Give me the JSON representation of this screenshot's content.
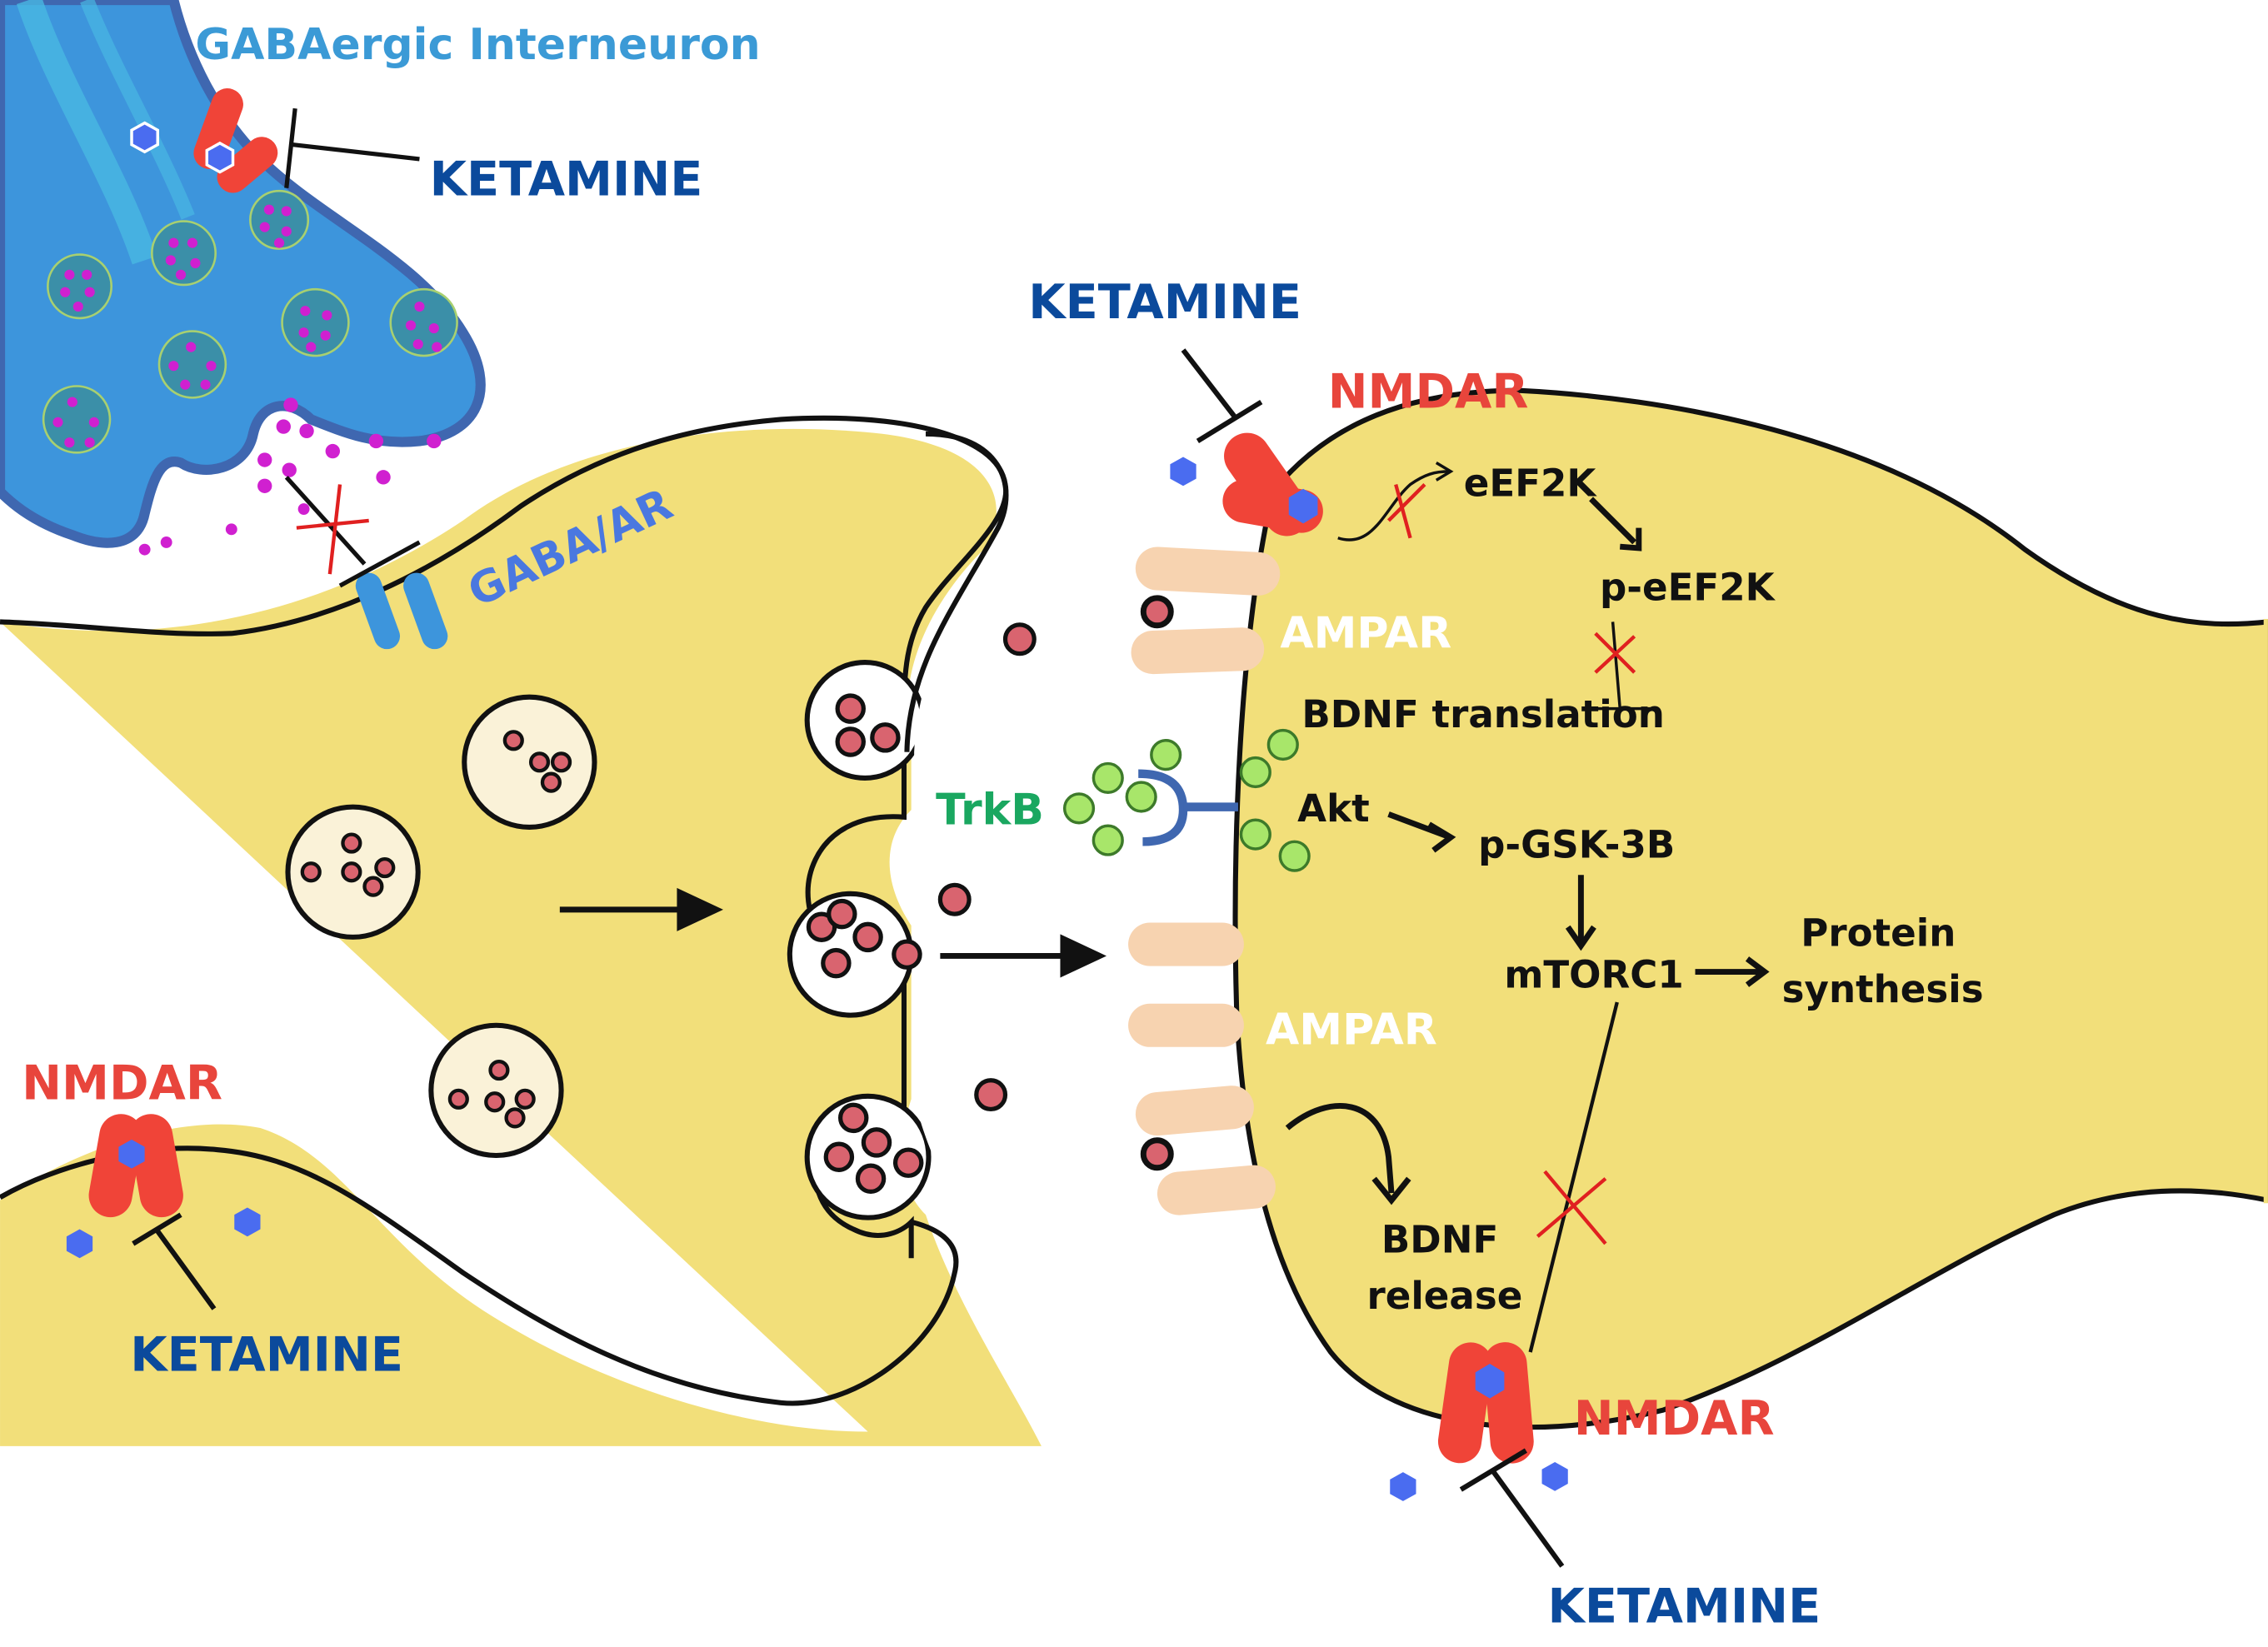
{
  "figure": {
    "title": "GABAergic Interneuron",
    "colors": {
      "neuron_fill": "#f2df7a",
      "interneuron_fill": "#3d95dc",
      "interneuron_outline": "#3f67b0",
      "nmdar": "#f04438",
      "ketamine": "#4a6cf0",
      "ketamine_label": "#0b4a9c",
      "nmdar_label": "#e8453c",
      "ampar": "#f7d3b0",
      "trkb_label": "#1aa760",
      "bdnf_particle": "#a8e66a",
      "glutamate": "#d9646f",
      "gaba_particle": "#d020d0",
      "inhibition_cross": "#e02020"
    },
    "labels": {
      "interneuron": "GABAergic Interneuron",
      "ketamine_interneuron": "KETAMINE",
      "gaba_receptor": "GABA/AR",
      "ketamine_top": "KETAMINE",
      "nmdar_top": "NMDAR",
      "ampar_top": "AMPAR",
      "ampar_bottom": "AMPAR",
      "trkb": "TrkB",
      "nmdar_presyn": "NMDAR",
      "ketamine_presyn": "KETAMINE",
      "nmdar_bottom": "NMDAR",
      "ketamine_bottom": "KETAMINE"
    },
    "pathway": {
      "eef2k": "eEF2K",
      "p_eef2k": "p-eEF2K",
      "bdnf_translation": "BDNF translation",
      "akt": "Akt",
      "p_gsk3b": "p-GSK-3B",
      "mtorc1": "mTORC1",
      "protein_synthesis_line1": "Protein",
      "protein_synthesis_line2": "synthesis",
      "bdnf_release_line1": "BDNF",
      "bdnf_release_line2": "release"
    }
  }
}
